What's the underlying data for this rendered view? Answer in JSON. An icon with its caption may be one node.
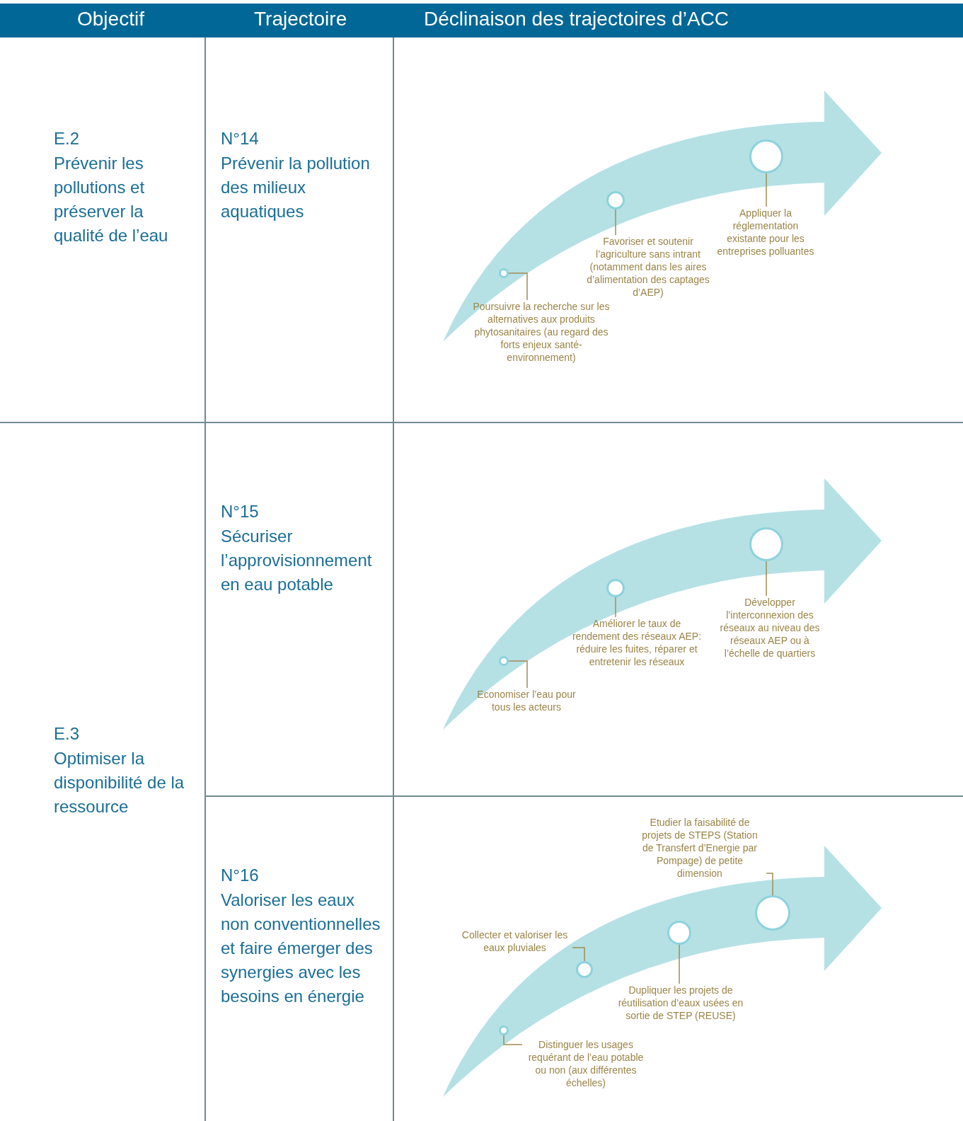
{
  "diagram": {
    "nodes": [
      {
        "text": [],
        "shape": "circle"
      },
      {
        "text": [],
        "shape": "circle"
      },
      {
        "text": [],
        "shape": "circle"
      },
      {
        "text": [
          "Appliquer la réglementation existante pour les entreprises polluantes"
        ]
      },
      {
        "text": [
          "Favoriser et soutenir l’agriculture sans intrant (notamment dans les aires d’alimentation des captages d’AEP)"
        ]
      },
      {
        "text": [
          "Poursuivre la recherche sur les alternatives aux produits phytosanitaires (au regard des forts enjeux santé-environnement)"
        ]
      },
      {
        "text": [],
        "shape": "circle"
      },
      {
        "text": [],
        "shape": "circle"
      },
      {
        "text": [],
        "shape": "circle"
      },
      {
        "text": [
          "Développer l’interconnexion des réseaux au niveau des réseaux AEP ou à l’échelle de quartiers"
        ]
      },
      {
        "text": [
          "Améliorer le taux de rendement des réseaux AEP: réduire les fuites, réparer et entretenir les réseaux"
        ]
      },
      {
        "text": [
          "Economiser l’eau pour tous les acteurs"
        ]
      },
      {
        "text": [],
        "shape": "circle"
      },
      {
        "text": [],
        "shape": "circle"
      },
      {
        "text": [],
        "shape": "circle"
      },
      {
        "text": [],
        "shape": "circle"
      },
      {
        "text": [
          "Etudier la faisabilité de projets de STEPS (Station de Transfert d’Energie par Pompage) de petite dimension"
        ]
      },
      {
        "text": [
          "Collecter et valoriser les eaux pluviales"
        ]
      },
      {
        "text": [
          "Dupliquer les projets de réutilisation d’eaux usées en sortie de STEP (REUSE)"
        ]
      },
      {
        "text": [
          "Distinguer les usages requérant de l’eau potable ou non (aux différentes échelles)"
        ]
      }
    ],
    "edges": [
      {
        "from": 5,
        "to": 0,
        "arrow": "none"
      },
      {
        "from": 4,
        "to": 1,
        "arrow": "none"
      },
      {
        "from": 3,
        "to": 2,
        "arrow": "none"
      },
      {
        "from": 11,
        "to": 6,
        "arrow": "none"
      },
      {
        "from": 10,
        "to": 7,
        "arrow": "none"
      },
      {
        "from": 9,
        "to": 8,
        "arrow": "none"
      },
      {
        "from": 19,
        "to": 12,
        "arrow": "none"
      },
      {
        "from": 17,
        "to": 13,
        "arrow": "none"
      },
      {
        "from": 18,
        "to": 14,
        "arrow": "none"
      },
      {
        "from": 16,
        "to": 15,
        "arrow": "none"
      }
    ],
    "labels": [
      "Objectif",
      "Trajectoire",
      "Déclinaison des trajectoires d’ACC",
      "E.2",
      "Prévenir les pollutions et préserver la qualité de l’eau",
      "N°14",
      "Prévenir la pollution des milieux aquatiques",
      "N°15",
      "Sécuriser l’approvisionnement en eau potable",
      "E.3",
      "Optimiser la disponibilité de la ressource",
      "N°16",
      "Valoriser les eaux non conventionnelles et faire émerger des synergies avec les besoins en énergie"
    ]
  }
}
